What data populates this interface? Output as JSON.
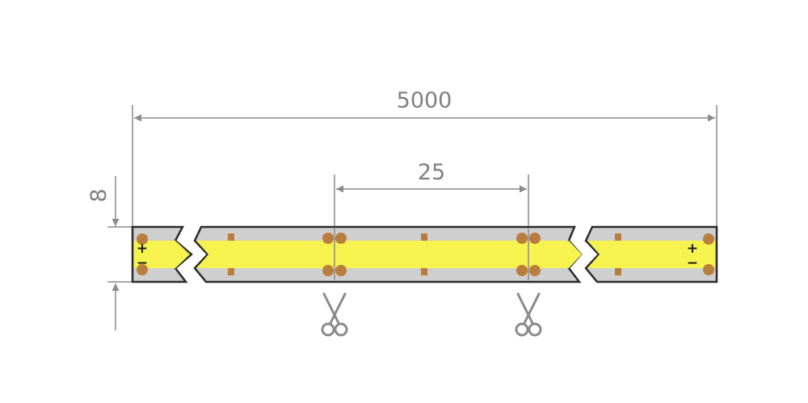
{
  "dimensions": {
    "total_length": "5000",
    "cut_interval": "25",
    "strip_width": "8"
  },
  "polarity": {
    "left_plus": "+",
    "left_minus": "−",
    "right_plus": "+",
    "right_minus": "−"
  },
  "icons": {
    "cut_marks": [
      "scissors-icon",
      "scissors-icon"
    ]
  },
  "colors": {
    "dimension_line": "#8a8a8a",
    "strip_outline": "#2b2b2b",
    "strip_body": "#cfcfcf",
    "led_emitter": "#f6f24e",
    "copper_pad": "#b97e3d"
  }
}
